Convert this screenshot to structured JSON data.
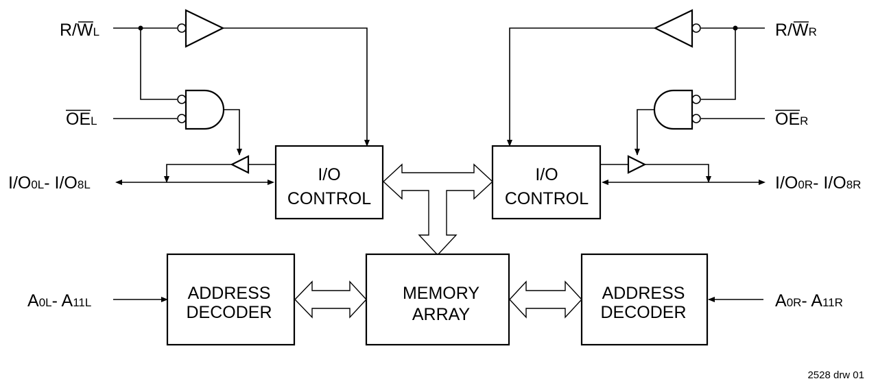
{
  "signals": {
    "rw_left_main": "R/",
    "rw_left_bar": "W",
    "rw_left_sub": "L",
    "rw_right_main": "R/",
    "rw_right_bar": "W",
    "rw_right_sub": "R",
    "oe_left_bar": "OE",
    "oe_left_sub": "L",
    "oe_right_bar": "OE",
    "oe_right_sub": "R",
    "io_left": {
      "p1": "I/O",
      "s1": "0L",
      "p2": "- I/O",
      "s2": "8L"
    },
    "io_right": {
      "p1": "I/O",
      "s1": "0R",
      "p2": "- I/O",
      "s2": "8R"
    },
    "addr_left": {
      "p1": "A",
      "s1": "0L",
      "p2": "- A",
      "s2": "11L"
    },
    "addr_right": {
      "p1": "A",
      "s1": "0R",
      "p2": "- A",
      "s2": "11R"
    }
  },
  "blocks": {
    "io_control_left": [
      "I/O",
      "CONTROL"
    ],
    "io_control_right": [
      "I/O",
      "CONTROL"
    ],
    "address_decoder_left": [
      "ADDRESS",
      "DECODER"
    ],
    "memory_array": [
      "MEMORY",
      "ARRAY"
    ],
    "address_decoder_right": [
      "ADDRESS",
      "DECODER"
    ]
  },
  "drawing_id": "2528 drw 01"
}
